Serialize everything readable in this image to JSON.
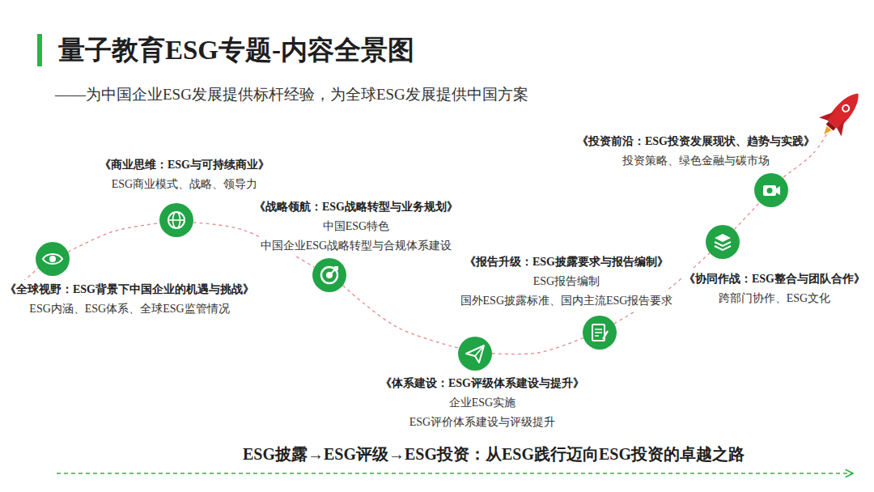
{
  "diagram": {
    "title": "量子教育ESG专题-内容全景图",
    "caption": "ESG披露→ESG评级→ESG投资：从ESG践行迈向ESG投资的卓越之路",
    "nodes": [
      {
        "text": [
          "《全球视野：ESG背景下中国企业的机遇与挑战》",
          "ESG内涵、ESG体系、全球ESG监管情况"
        ]
      },
      {
        "text": [
          "《商业思维：ESG与可持续商业》",
          "ESG商业模式、战略、领导力"
        ]
      },
      {
        "text": [
          "《战略领航：ESG战略转型与业务规划》",
          "中国ESG特色",
          "中国企业ESG战略转型与合规体系建设"
        ]
      },
      {
        "text": [
          "《体系建设：ESG评级体系建设与提升》",
          "企业ESG实施",
          "ESG评价体系建设与评级提升"
        ]
      },
      {
        "text": [
          "《报告升级：ESG披露要求与报告编制》",
          "ESG报告编制",
          "国外ESG披露标准、国内主流ESG报告要求"
        ]
      },
      {
        "text": [
          "《协同作战：ESG整合与团队合作》",
          "跨部门协作、ESG文化"
        ]
      },
      {
        "text": [
          "《投资前沿：ESG投资发展现状、趋势与实践》",
          "投资策略、绿色金融与碳市场"
        ]
      }
    ],
    "edges": [
      {
        "from": 0,
        "to": 1,
        "arrow": "none"
      },
      {
        "from": 1,
        "to": 2,
        "arrow": "none"
      },
      {
        "from": 2,
        "to": 3,
        "arrow": "none"
      },
      {
        "from": 3,
        "to": 4,
        "arrow": "none"
      },
      {
        "from": 4,
        "to": 5,
        "arrow": "none"
      },
      {
        "from": 5,
        "to": 6,
        "arrow": "none"
      }
    ],
    "labels": [
      "——为中国企业ESG发展提供标杆经验，为全球ESG发展提供中国方案"
    ]
  }
}
